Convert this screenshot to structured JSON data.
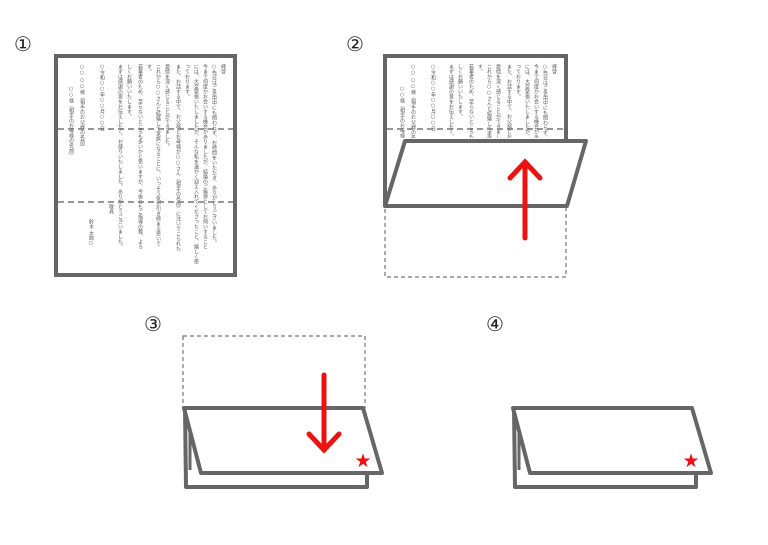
{
  "steps": [
    "①",
    "②",
    "③",
    "④"
  ],
  "letter": {
    "lines": [
      "拝啓",
      "○先日はご多用中にも関わらず、お時間をいただき、ありがとうございました。",
      "今まで何度かお会いする機会がありましたが、結婚のご挨拶としてお伺いすること",
      "には、大変緊張いたしましたが、そんな私を温かく迎え入れてくださったこと、嬉しく思",
      "っております。",
      "また、お話する中で、お父様とお母様が○○さん（相手の名前）に注いでこられた",
      "愛情を深く感じることができました。",
      "これから○○さんと結婚して家族になることに、いっそう気が引き締まる思いで",
      "す。",
      "若輩者のため、至らないところも多いかと思いますが、今後ともご指導の程、よろ",
      "しくお願いいたします。",
      "まずは感謝の意をお伝えしたく、お便りいたしました。ありがとうございました。",
      "敬具",
      "○令和○○年○○月○○日",
      "鈴木 太郎○",
      "○○ ○○様（相手のお父様の名前）",
      "○○様（相手のお母様の名前）"
    ]
  },
  "colors": {
    "paper_stroke": "#666666",
    "arrow": "#ee1111",
    "star": "#ee1111",
    "dash": "#777777"
  }
}
